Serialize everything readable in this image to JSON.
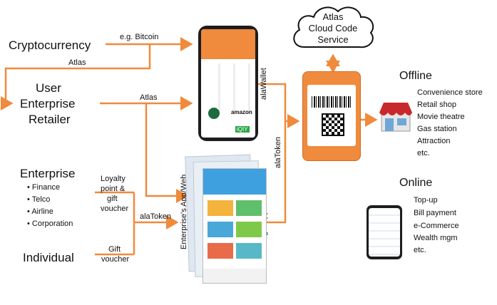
{
  "left": {
    "cryptocurrency": "Cryptocurrency",
    "user_lines": [
      "User",
      "Enterprise",
      "Retailer"
    ],
    "enterprise": "Enterprise",
    "enterprise_items": [
      "Finance",
      "Telco",
      "Airline",
      "Corporation"
    ],
    "individual": "Individual"
  },
  "edge_labels": {
    "eg_bitcoin": "e.g. Bitcoin",
    "atlas_1": "Atlas",
    "atlas_2": "Atlas",
    "loyalty_lines": [
      "Loyalty",
      "point &",
      "gift",
      "voucher"
    ],
    "alatoken_left": "alaToken",
    "gift_lines": [
      "Gift",
      "voucher"
    ],
    "alawallet": "alaWallet",
    "alatoken_vertical": "alaToken",
    "enterprise_app": "Enterprise's App/Web",
    "alading_app": "alaDing's App"
  },
  "cloud": {
    "lines": [
      "Atlas",
      "Cloud Code",
      "Service"
    ]
  },
  "offline": {
    "title": "Offline",
    "items": [
      "Convenience store",
      "Retail shop",
      "Movie theatre",
      "Gas station",
      "Attraction",
      "etc."
    ]
  },
  "online": {
    "title": "Online",
    "items": [
      "Top-up",
      "Bill payment",
      "e-Commerce",
      "Wealth mgm",
      "etc."
    ]
  },
  "phone_brands": {
    "amazon": "amazon",
    "iqiyi": "iQIY"
  },
  "colors": {
    "orange": "#f08a3c",
    "shop_red": "#c8282c",
    "cloud_outline": "#111111",
    "starbucks_green": "#1e6b3e"
  },
  "icons": [
    "smartphone-alawallet",
    "cloud-atlas",
    "shop-offline",
    "smartphone-online",
    "app-screens-stack"
  ]
}
